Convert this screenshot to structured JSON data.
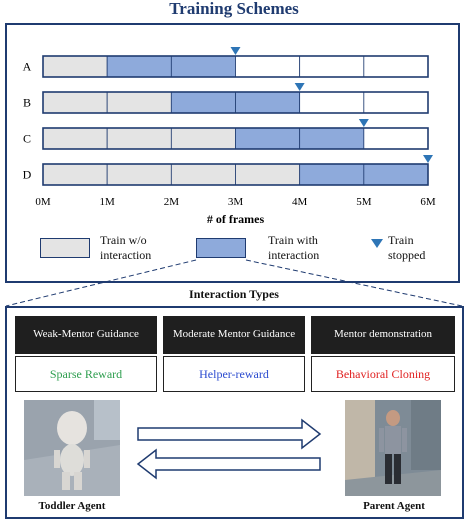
{
  "title": "Training Schemes",
  "chart_data": {
    "type": "bar",
    "categories": [
      "A",
      "B",
      "C",
      "D"
    ],
    "segments": [
      1,
      2,
      3,
      4,
      5,
      6
    ],
    "series": [
      {
        "name": "Train w/o interaction",
        "values": [
          1,
          2,
          3,
          4
        ]
      },
      {
        "name": "Train with interaction",
        "values": [
          2,
          2,
          2,
          2
        ]
      }
    ],
    "stopped": [
      3,
      4,
      5,
      6
    ],
    "xticks": [
      "0M",
      "1M",
      "2M",
      "3M",
      "4M",
      "5M",
      "6M"
    ],
    "xlabel": "# of  frames",
    "xlim": [
      0,
      6
    ],
    "colors": {
      "without": "#e4e4e4",
      "with": "#8eaadb",
      "marker": "#2e75b6",
      "frame": "#1f3b70"
    }
  },
  "legend": {
    "without": "Train w/o interaction",
    "with": "Train with interaction",
    "stopped": "Train stopped"
  },
  "interaction": {
    "title": "Interaction Types",
    "types": [
      {
        "header": "Weak-Mentor Guidance",
        "name": "Sparse Reward",
        "color": "#2e9e4f"
      },
      {
        "header": "Moderate Mentor Guidance",
        "name": "Helper-reward",
        "color": "#2b4bcf"
      },
      {
        "header": "Mentor demonstration",
        "name": "Behavioral Cloning",
        "color": "#e02020"
      }
    ],
    "toddler": "Toddler Agent",
    "parent": "Parent Agent"
  }
}
